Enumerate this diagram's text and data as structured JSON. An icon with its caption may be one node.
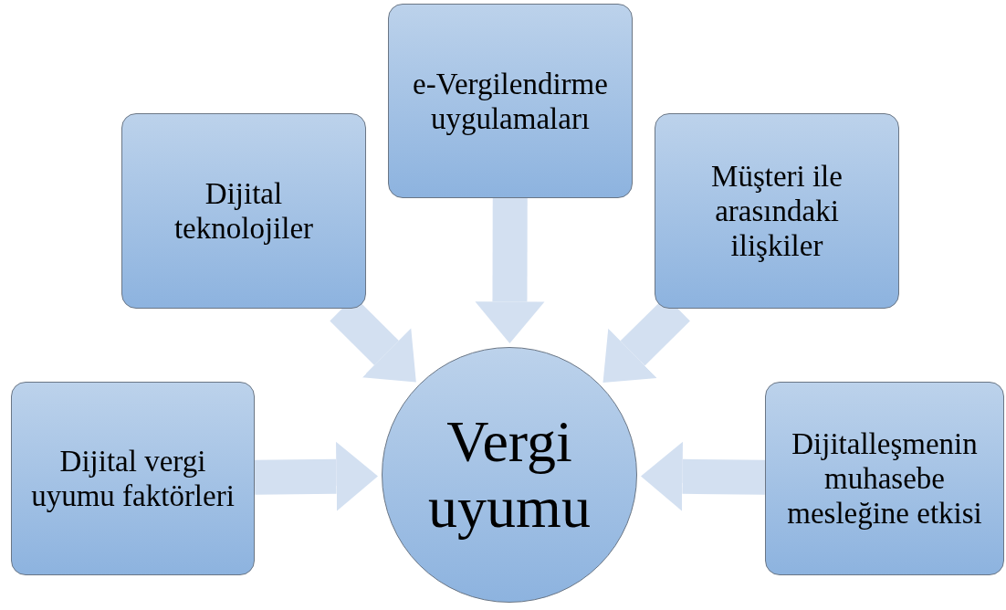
{
  "diagram": {
    "nodes": [
      {
        "text": [
          "e-Vergilendirme uygulamaları"
        ]
      },
      {
        "text": [
          "Dijital teknolojiler"
        ]
      },
      {
        "text": [
          "Müşteri ile arasındaki ilişkiler"
        ]
      },
      {
        "text": [
          "Dijital vergi uyumu faktörleri"
        ]
      },
      {
        "text": [
          "Vergi uyumu"
        ]
      },
      {
        "text": [
          "Dijitalleşmenin muhasebe mesleğine etkisi"
        ]
      }
    ],
    "edges": [
      {
        "from": 0,
        "to": 4,
        "arrow": "to"
      },
      {
        "from": 1,
        "to": 4,
        "arrow": "to"
      },
      {
        "from": 2,
        "to": 4,
        "arrow": "to"
      },
      {
        "from": 3,
        "to": 4,
        "arrow": "to"
      },
      {
        "from": 5,
        "to": 4,
        "arrow": "to"
      }
    ]
  }
}
